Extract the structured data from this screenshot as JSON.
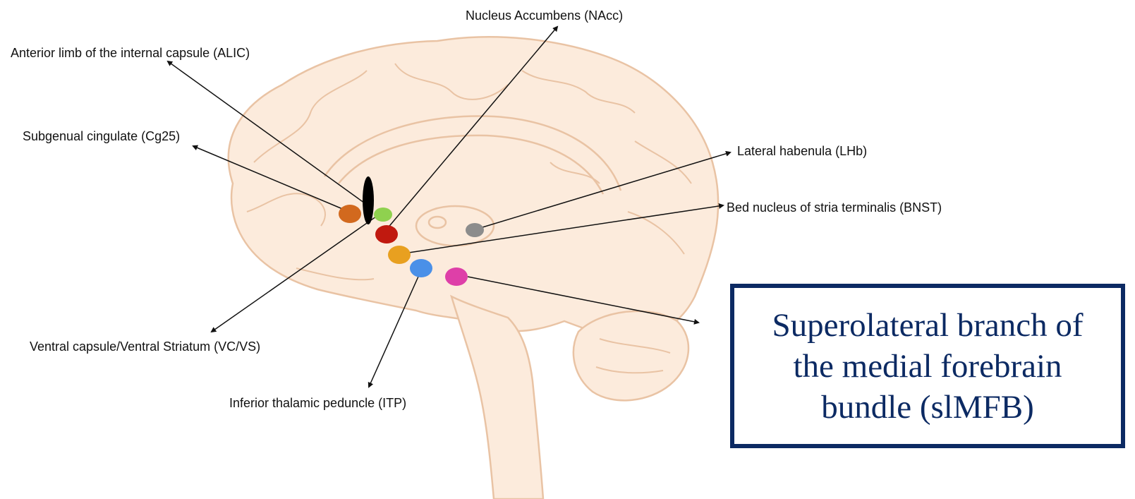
{
  "diagram": {
    "labels": {
      "nacc": "Nucleus Accumbens (NAcc)",
      "alic": "Anterior limb of the internal capsule (ALIC)",
      "cg25": "Subgenual cingulate (Cg25)",
      "lhb": "Lateral habenula (LHb)",
      "bnst": "Bed nucleus of stria terminalis (BNST)",
      "vcvs": "Ventral capsule/Ventral Striatum (VC/VS)",
      "itp": "Inferior thalamic peduncle (ITP)"
    },
    "highlight": "Superolateral branch of\nthe medial forebrain\nbundle (slMFB)",
    "colors": {
      "brain_fill": "#fcebdc",
      "brain_stroke": "#e9c3a4",
      "cg25": "#d2691e",
      "alic": "#000000",
      "vcvs": "#8fd14f",
      "nacc": "#c0190f",
      "bnst": "#e8a020",
      "itp": "#4a90e8",
      "slmfb": "#de3fa8",
      "lhb": "#8c8c8c",
      "box_border": "#0c2a63"
    }
  }
}
